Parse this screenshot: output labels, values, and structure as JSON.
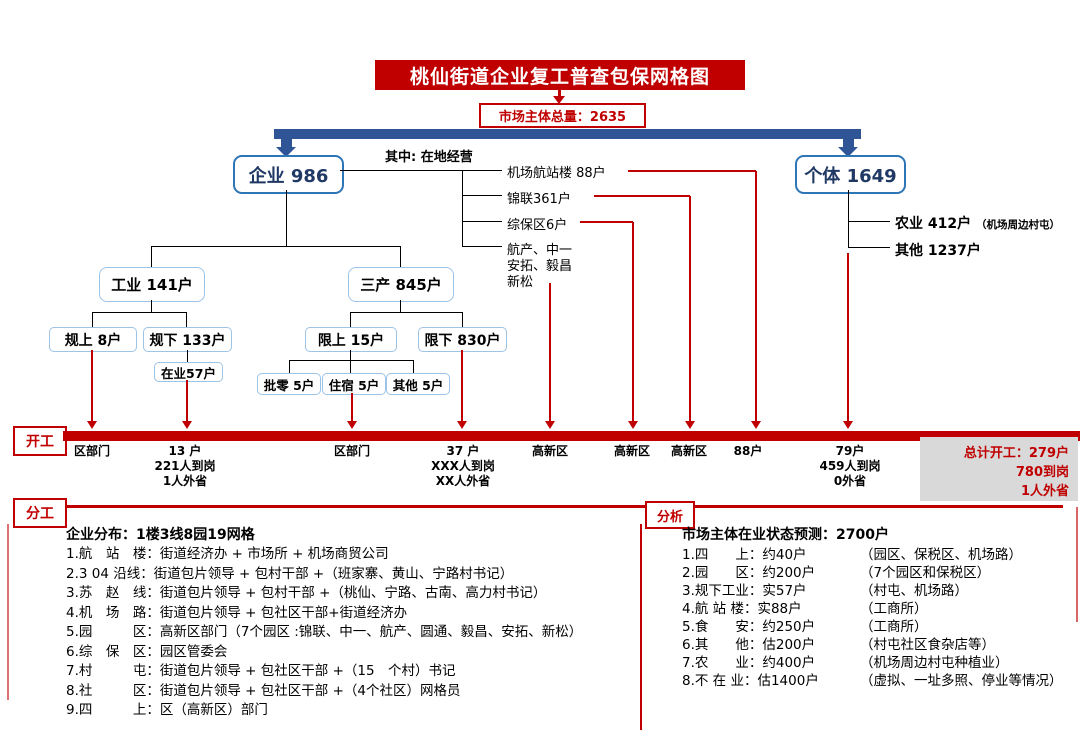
{
  "title": "桃仙街道企业复工普查包保网格图",
  "total": "市场主体总量：2635",
  "tree": {
    "enterprise": "企业  986",
    "individual": "个体  1649",
    "inplace_header": "其中: 在地经营",
    "airport": "机场航站楼  88户",
    "jinlian": "锦联361户",
    "zongbao": "综保区6户",
    "parks1": "航产、中一",
    "parks2": "安拓、毅昌",
    "parks3": "新松",
    "industry": "工业 141户",
    "tertiary": "三产 845户",
    "guishang": "规上 8户",
    "guixia": "规下 133户",
    "zaiye": "在业57户",
    "xianshang": "限上 15户",
    "xianxia": "限下 830户",
    "piling": "批零 5户",
    "zhusu": "住宿 5户",
    "qita_5": "其他 5户",
    "agriculture": "农业  412户",
    "agriculture_note": "（机场周边村屯）",
    "other_1237": "其他 1237户"
  },
  "kaigong": {
    "label": "开工",
    "cells": [
      {
        "l1": "区部门"
      },
      {
        "l1": "13 户",
        "l2": "221人到岗",
        "l3": "1人外省"
      },
      {
        "l1": "区部门"
      },
      {
        "l1": "37 户",
        "l2": "XXX人到岗",
        "l3": "XX人外省"
      },
      {
        "l1": "高新区"
      },
      {
        "l1": "高新区"
      },
      {
        "l1": "高新区"
      },
      {
        "l1": "88户"
      },
      {
        "l1": "79户",
        "l2": "459人到岗",
        "l3": "0外省"
      }
    ],
    "total1": "总计开工：279户",
    "total2": "780到岗",
    "total3": "1人外省"
  },
  "fengong": {
    "label": "分工",
    "header": "企业分布：1楼3线8园19网格",
    "items": [
      "1.航　站　楼：街道经济办 + 市场所 + 机场商贸公司",
      "2.3 04 沿线：街道包片领导 + 包村干部 +（班家寨、黄山、宁路村书记）",
      "3.苏　赵　线：街道包片领导 + 包村干部 +（桃仙、宁路、古南、高力村书记）",
      "4.机　场　路：街道包片领导 + 包社区干部+街道经济办",
      "5.园　　　区：高新区部门（7个园区 :锦联、中一、航产、圆通、毅昌、安拓、新松）",
      "6.综　保　区：园区管委会",
      "7.村　　　屯：街道包片领导 + 包社区干部 +（15　个村）书记",
      "8.社　　　区：街道包片领导 + 包社区干部 +（4个社区）网格员",
      "9.四　　　上：区（高新区）部门"
    ]
  },
  "fenxi": {
    "label": "分析",
    "header": "市场主体在业状态预测：2700户",
    "items": [
      {
        "main": "1.四　　上：约40户",
        "note": "（园区、保税区、机场路）"
      },
      {
        "main": "2.园　　区：约200户",
        "note": "（7个园区和保税区）"
      },
      {
        "main": "3.规下工业：实57户",
        "note": "（村屯、机场路）"
      },
      {
        "main": "4.航 站 楼：实88户",
        "note": "（工商所）"
      },
      {
        "main": "5.食　　安：约250户",
        "note": "（工商所）"
      },
      {
        "main": "6.其　　他：估200户",
        "note": "（村屯社区食杂店等）"
      },
      {
        "main": "7.农　　业：约400户",
        "note": "（机场周边村屯种植业）"
      },
      {
        "main": "8.不 在 业：估1400户",
        "note": "（虚拟、一址多照、停业等情况）"
      }
    ]
  },
  "colors": {
    "red": "#C00000",
    "blue_bracket": "#2F5597",
    "main_box_border": "#2E75B6",
    "sub_box_border": "#9DC3E6",
    "gray_bg": "#D9D9D9"
  }
}
